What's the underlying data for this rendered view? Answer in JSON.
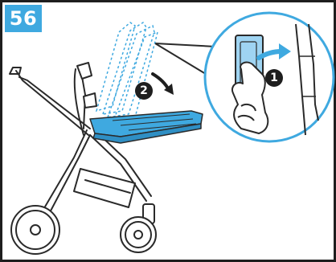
{
  "step": {
    "number": "56"
  },
  "callouts": {
    "one": "1",
    "two": "2"
  },
  "colors": {
    "accent": "#3fa9e0",
    "line": "#2a2a2a",
    "dark": "#1e1e1e",
    "fill_light": "#9fd4f2"
  },
  "icons": {
    "stroller": "stroller-illustration",
    "hand": "hand-icon",
    "arrow": "arrow-icon"
  }
}
